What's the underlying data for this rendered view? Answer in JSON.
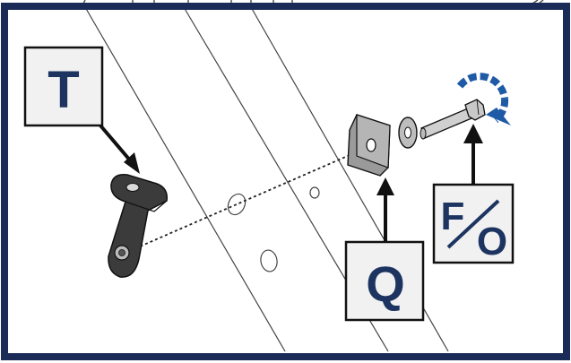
{
  "labels": {
    "bracket_callout": "T",
    "plate_callout": "Q",
    "fastener_callout_top": "F",
    "fastener_callout_bottom": "O"
  },
  "icons": {
    "rotation": "tighten-rotation-icon"
  },
  "colors": {
    "border": "#1a2b57",
    "label_text": "#1d3461",
    "label_box_fill": "#f1f1f1",
    "rotation_arrow": "#1f5aa6",
    "line_art": "#222222",
    "part_fill": "#3b3b3b"
  }
}
